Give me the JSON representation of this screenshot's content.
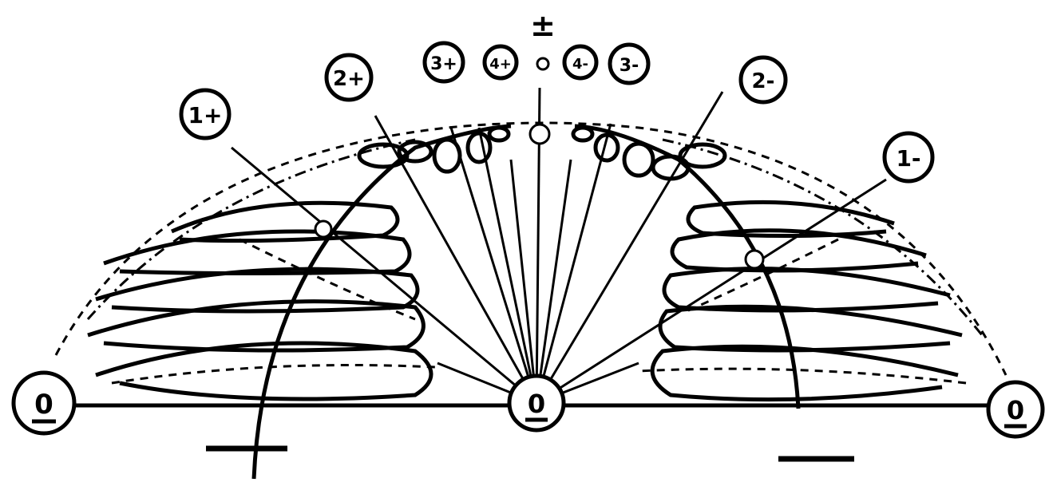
{
  "nodes": {
    "left_zero": "0",
    "center_zero": "0",
    "right_zero": "0",
    "n_1plus": "1+",
    "n_2plus": "2+",
    "n_3plus": "3+",
    "n_4plus": "4+",
    "n_4minus": "4-",
    "n_3minus": "3-",
    "n_2minus": "2-",
    "n_1minus": "1-",
    "top_sign": "±"
  },
  "signs": {
    "left_sign": "+",
    "right_sign": "−"
  },
  "colors": {
    "ink": "#000000",
    "background": "#ffffff"
  }
}
